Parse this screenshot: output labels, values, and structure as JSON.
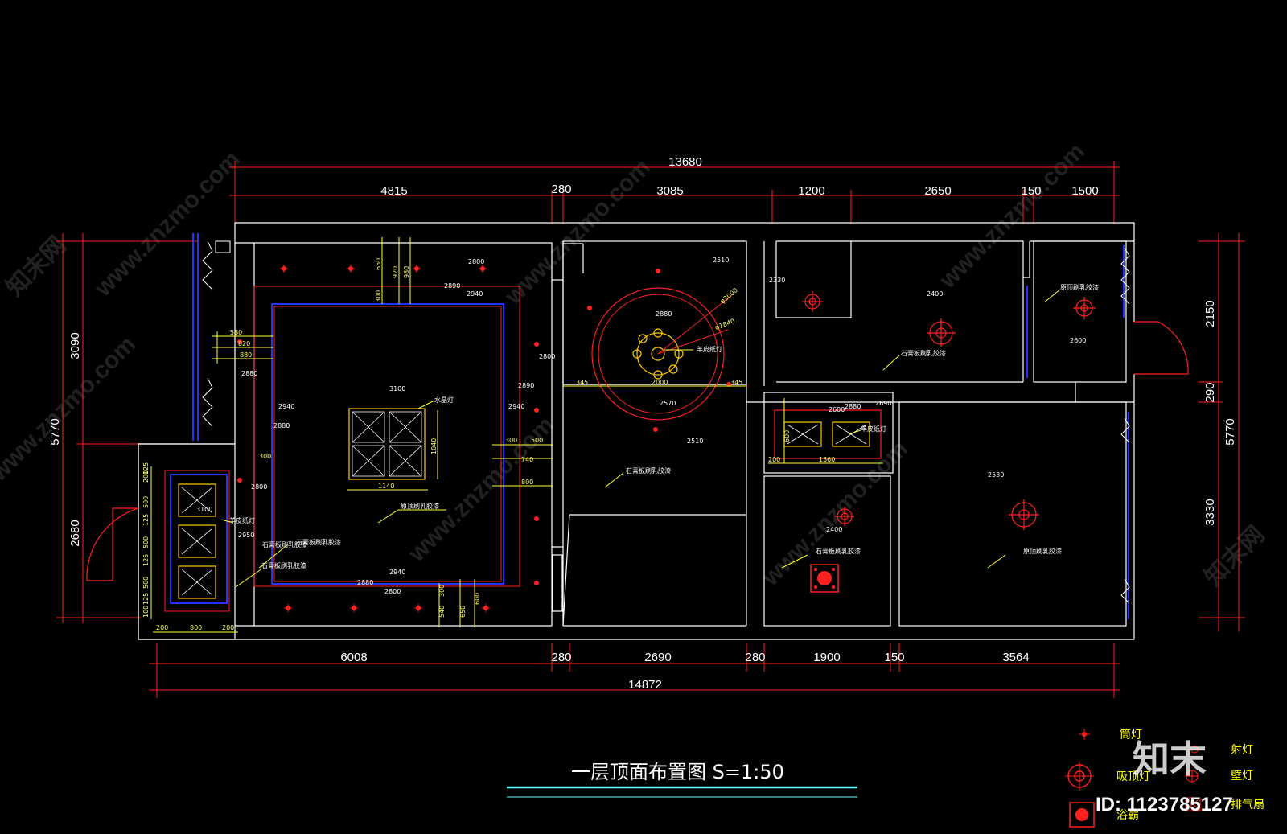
{
  "drawing": {
    "title": "一层顶面布置图  S=1:50",
    "top_total": "13680",
    "top_dims": [
      "4815",
      "280",
      "3085",
      "1200",
      "2650",
      "150",
      "1500"
    ],
    "bottom_dims": [
      "6008",
      "280",
      "2690",
      "280",
      "1900",
      "150",
      "3564"
    ],
    "bottom_total": "14872",
    "left_dims": [
      "3090",
      "5770",
      "2680"
    ],
    "right_dims": [
      "2150",
      "290",
      "5770",
      "3330"
    ],
    "room_notes": {
      "living_center": "原顶刷乳胶漆",
      "living_lamp": "水晶灯",
      "living_gypsum_1": "石膏板刷乳胶漆",
      "living_gypsum_2": "石膏板刷乳胶漆",
      "dining_lamp": "羊皮纸灯",
      "dining_gypsum": "石膏板刷乳胶漆",
      "room_a": "石膏板刷乳胶漆",
      "room_b": "原顶刷乳胶漆",
      "kitchen_lamp": "羊皮纸灯",
      "bath": "石膏板刷乳胶漆",
      "bedroom": "原顶刷乳胶漆",
      "entry_lamp": "羊皮纸灯",
      "entry_gypsum": "石膏板刷乳胶漆"
    },
    "heights": {
      "h2800a": "2800",
      "h2890a": "2890",
      "h2940a": "2940",
      "h2800b": "2800",
      "h2890b": "2890",
      "h2940b": "2940",
      "h2880a": "2880",
      "h2940c": "2940",
      "h2880b": "2880",
      "h3100a": "3100",
      "h2800c": "2800",
      "h2940d": "2940",
      "h2880c": "2880",
      "h2800d": "2800",
      "h3100b": "3100",
      "h2950": "2950",
      "h2600": "2600",
      "h2510a": "2510",
      "h2880d": "2880",
      "h2570": "2570",
      "h2510b": "2510",
      "h2330": "2330",
      "h2400a": "2400",
      "h2600b": "2600",
      "h2690": "2690",
      "h2880e": "2880",
      "h2400b": "2400",
      "h2530": "2530"
    },
    "small_dims": {
      "d580": "580",
      "d820": "820",
      "d880": "880",
      "d650": "650",
      "d920": "920",
      "d980": "980",
      "d300a": "300",
      "d1040": "1040",
      "d1140": "1140",
      "d300b": "300",
      "d500": "500",
      "d740": "740",
      "d800": "800",
      "d300c": "300",
      "d300d": "300",
      "d540": "540",
      "d650b": "650",
      "d600": "600",
      "d200a": "200",
      "d800b": "800",
      "d200b": "200",
      "d345a": "345",
      "d2000": "2000",
      "d345b": "345",
      "d3000": "φ3000",
      "d1840": "φ1840",
      "d600k": "600",
      "d1360": "1360",
      "d200k": "200",
      "v125": "125",
      "v200": "200",
      "v500": "500",
      "v125b": "125",
      "v500b": "500",
      "v125c": "125",
      "v500c": "500",
      "v125d": "125",
      "v100": "100"
    }
  },
  "legend": {
    "items": [
      {
        "icon": "downlight-icon",
        "label": "筒灯"
      },
      {
        "icon": "spotlight-icon",
        "label": "射灯"
      },
      {
        "icon": "ceiling-lamp-icon",
        "label": "吸顶灯"
      },
      {
        "icon": "wall-lamp-icon",
        "label": "壁灯"
      },
      {
        "icon": "bath-heater-icon",
        "label": "浴霸"
      },
      {
        "icon": "exhaust-fan-icon",
        "label": "排气扇"
      }
    ]
  },
  "watermark": {
    "site": "www.znzmo.com",
    "brand": "知末网",
    "logo": "知末",
    "id": "ID: 1123785127"
  },
  "colors": {
    "background": "#000000",
    "wall": "#ffffff",
    "dimension": "#ff0000",
    "ceiling_edge": "#ff0000",
    "fixture": "#ffcc00",
    "window": "#0000ff",
    "note": "#ffff00",
    "divider": "#66ffff"
  }
}
